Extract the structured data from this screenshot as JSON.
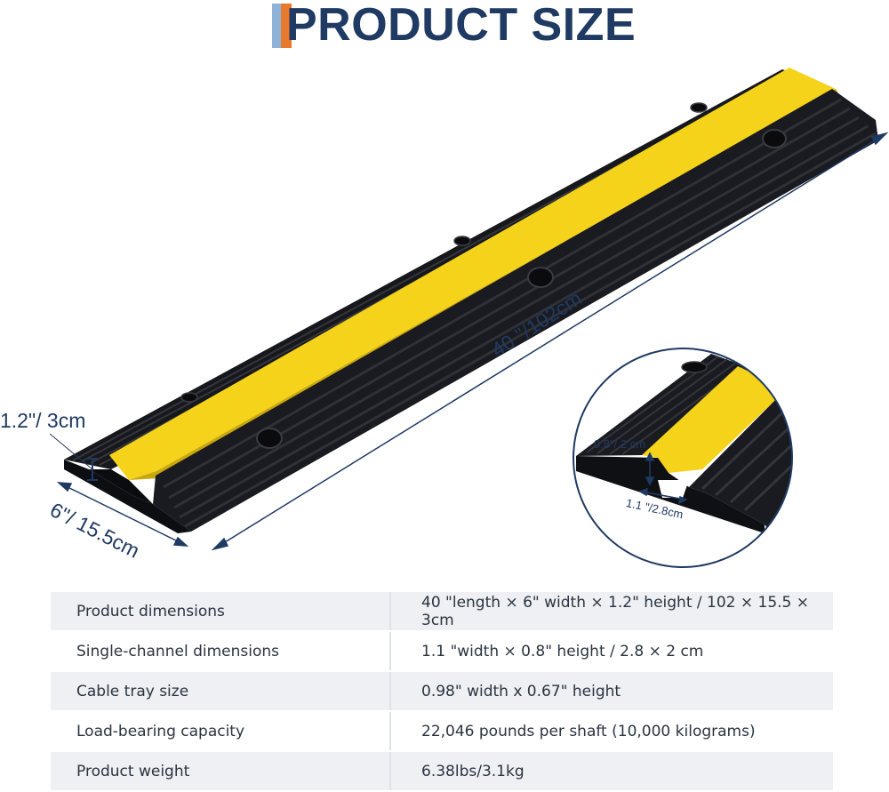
{
  "header": {
    "title": "PRODUCT SIZE"
  },
  "dimensions": {
    "length": "40 \"/102cm",
    "height": "1.2\"/ 3cm",
    "width": "6\"/ 15.5cm",
    "channel_height": "0.8\"/ 2 cm",
    "channel_width": "1.1 \"/2.8cm"
  },
  "colors": {
    "accent_yellow": "#f5d31a",
    "rubber_black": "#15161a",
    "title_navy": "#1f3a63",
    "title_orange": "#e8792b",
    "title_blue": "#8fb3d8"
  },
  "specs": {
    "rows": [
      {
        "label": "Product dimensions",
        "value": "40 \"length × 6\" width × 1.2\" height / 102 × 15.5 × 3cm"
      },
      {
        "label": "Single-channel dimensions",
        "value": "1.1 \"width × 0.8\" height / 2.8 × 2 cm"
      },
      {
        "label": "Cable tray size",
        "value": "0.98\" width x 0.67\" height"
      },
      {
        "label": "Load-bearing capacity",
        "value": "22,046 pounds per shaft (10,000 kilograms)"
      },
      {
        "label": "Product weight",
        "value": "6.38lbs/3.1kg"
      }
    ]
  }
}
